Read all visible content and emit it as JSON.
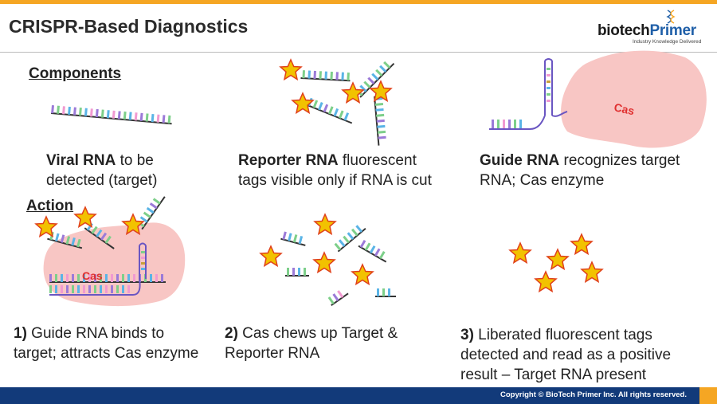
{
  "slide_title": "CRISPR-Based Diagnostics",
  "logo": {
    "name_a": "biotech",
    "name_b": "Primer",
    "tagline": "Industry Knowledge Delivered"
  },
  "headings": {
    "components": "Components",
    "action": "Action"
  },
  "components": {
    "viral": {
      "bold": "Viral RNA",
      "text1": " to be",
      "line2": "detected (target)"
    },
    "reporter": {
      "bold": "Reporter RNA",
      "text1": " fluorescent",
      "line2": "tags visible only if RNA is cut"
    },
    "guide": {
      "bold": "Guide RNA",
      "text1": " recognizes target",
      "line2": "RNA; Cas enzyme"
    }
  },
  "steps": {
    "step1": {
      "num": "1)",
      "line1": " Guide RNA binds to",
      "line2": "target; attracts Cas enzyme"
    },
    "step2": {
      "num": "2)",
      "line1": " Cas chews up Target &",
      "line2": "Reporter RNA"
    },
    "step3": {
      "num": "3)",
      "line1": " Liberated fluorescent tags",
      "line2": "detected and read as a positive",
      "line3": "result – Target RNA present"
    }
  },
  "labels": {
    "cas": "Cas"
  },
  "footer": {
    "copyright": "Copyright © BioTech Primer Inc. All rights reserved."
  },
  "colors": {
    "accent": "#f5a623",
    "brand": "#1f5fa8",
    "footer": "#123a7a",
    "cas_blob": "#f8c6c4",
    "cas_text": "#e03030",
    "star": "#f2c200",
    "star_stroke": "#e0401a"
  }
}
